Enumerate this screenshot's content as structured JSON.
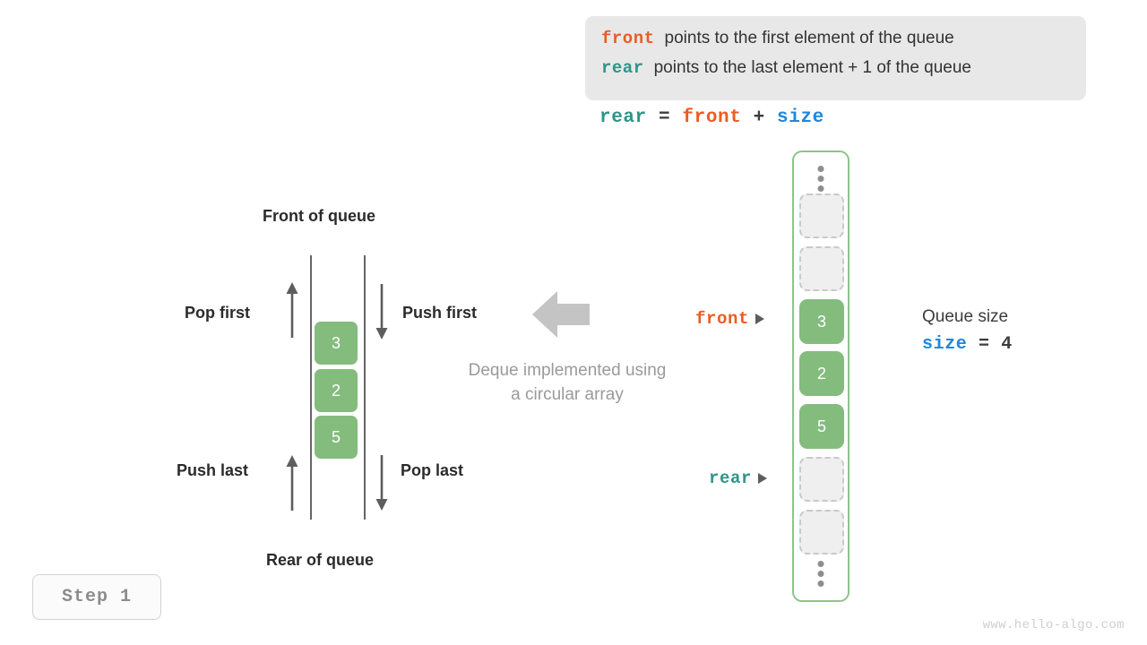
{
  "info_box": {
    "lines": [
      {
        "keyword": "front",
        "keyword_color": "#ec5b23",
        "text": "points to the first element of the queue"
      },
      {
        "keyword": "rear",
        "keyword_color": "#2e9589",
        "text": "points to the last element + 1 of the queue"
      }
    ]
  },
  "formula": {
    "lhs": "rear",
    "eq": "=",
    "rhs1": "front",
    "plus": "+",
    "rhs2": "size"
  },
  "deque_diagram": {
    "front_label": "Front of queue",
    "rear_label": "Rear of queue",
    "operations": {
      "pop_first": "Pop first",
      "push_first": "Push first",
      "push_last": "Push last",
      "pop_last": "Pop last"
    },
    "cells": [
      "3",
      "2",
      "5"
    ],
    "caption_line1": "Deque implemented using",
    "caption_line2": "a circular array"
  },
  "circular_array": {
    "slots": [
      {
        "value": "",
        "state": "empty"
      },
      {
        "value": "",
        "state": "empty"
      },
      {
        "value": "3",
        "state": "filled"
      },
      {
        "value": "2",
        "state": "filled"
      },
      {
        "value": "5",
        "state": "filled"
      },
      {
        "value": "",
        "state": "empty"
      },
      {
        "value": "",
        "state": "empty"
      }
    ],
    "pointers": {
      "front": "front",
      "rear": "rear"
    }
  },
  "queue_size": {
    "title": "Queue size",
    "var": "size",
    "eq": "=",
    "value": "4"
  },
  "step_badge": "Step 1",
  "watermark": "www.hello-algo.com",
  "colors": {
    "green_fill": "#84bc7e",
    "green_border": "#8cc58a",
    "front_orange": "#ec5b23",
    "rear_teal": "#2e9589",
    "size_blue": "#1e87dd",
    "gray_caption": "#9a9a9a",
    "info_bg": "#e8e8e8"
  }
}
